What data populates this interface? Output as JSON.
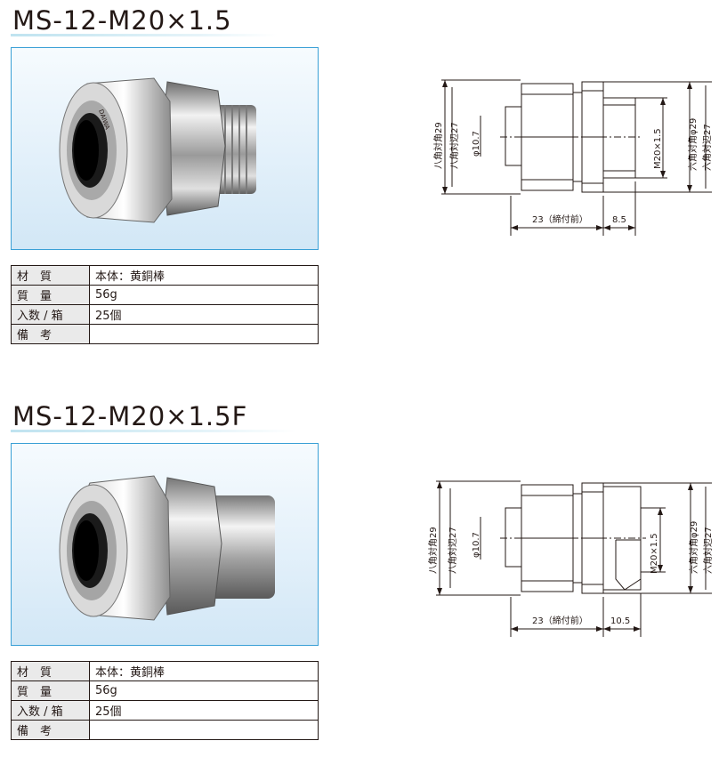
{
  "products": [
    {
      "title": "MS-12-M20×1.5",
      "spec_labels": [
        "材　質",
        "質　量",
        "入数 / 箱",
        "備　考"
      ],
      "spec_values": [
        "本体：黄銅棒",
        "56g",
        "25個",
        ""
      ],
      "drawing": {
        "left_label_1": "八角対角29",
        "left_label_2": "八角対辺27",
        "bore_label": "φ10.7",
        "thread_label": "M20×1.5",
        "right_label_1": "六角対角φ29",
        "right_label_2": "六角対辺27",
        "dim_length_label": "23（締付前）",
        "dim_thread_label": "8.5"
      }
    },
    {
      "title": "MS-12-M20×1.5F",
      "spec_labels": [
        "材　質",
        "質　量",
        "入数 / 箱",
        "備　考"
      ],
      "spec_values": [
        "本体：黄銅棒",
        "56g",
        "25個",
        ""
      ],
      "drawing": {
        "left_label_1": "八角対角29",
        "left_label_2": "八角対辺27",
        "bore_label": "φ10.7",
        "thread_label": "M20×1.5",
        "right_label_1": "六角対角φ29",
        "right_label_2": "六角対辺27",
        "dim_length_label": "23（締付前）",
        "dim_thread_label": "10.5"
      }
    }
  ],
  "photo_marking": "DAIWA"
}
